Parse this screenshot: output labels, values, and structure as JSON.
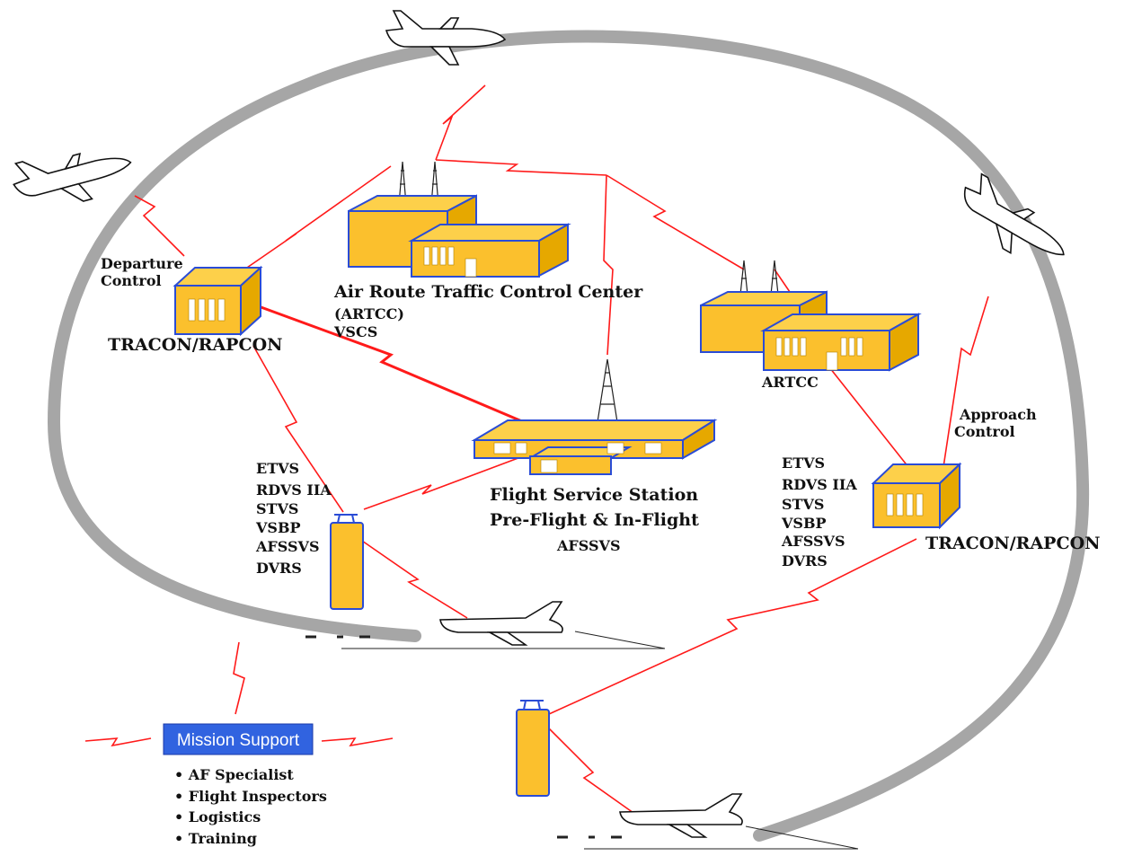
{
  "labels": {
    "departure_control_1": "Departure",
    "departure_control_2": "Control",
    "tracon_left": "TRACON/RAPCON",
    "artcc_main_1": "Air Route Traffic Control Center",
    "artcc_main_2": "(ARTCC)",
    "artcc_main_3": "VSCS",
    "artcc_right": "ARTCC",
    "approach_control_1": "Approach",
    "approach_control_2": "Control",
    "tracon_right": "TRACON/RAPCON",
    "fss_1": "Flight Service Station",
    "fss_2": "Pre-Flight & In-Flight",
    "fss_3": "AFSSVS"
  },
  "left_systems": [
    "ETVS",
    "RDVS IIA",
    "STVS",
    "VSBP",
    "AFSSVS",
    "DVRS"
  ],
  "right_systems": [
    "ETVS",
    "RDVS IIA",
    "STVS",
    "VSBP",
    "AFSSVS",
    "DVRS"
  ],
  "mission_support": {
    "title": "Mission Support",
    "items": [
      "• AF Specialist",
      "• Flight Inspectors",
      "• Logistics",
      "• Training"
    ]
  },
  "colors": {
    "building": "#fbc02d",
    "building_outline": "#2a4cd6",
    "link": "#ff1a1a",
    "flight_path": "#a6a6a6",
    "mission_box": "#3163e0"
  }
}
